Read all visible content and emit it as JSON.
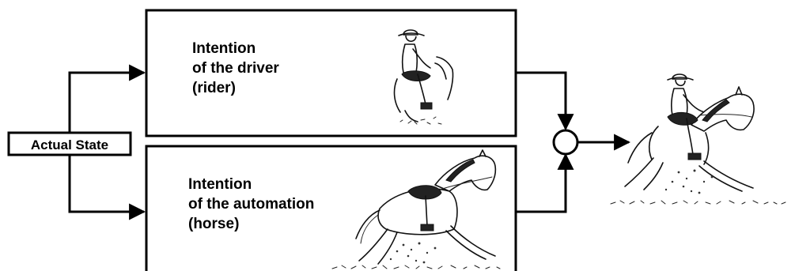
{
  "diagram": {
    "input": {
      "label": "Actual State"
    },
    "driver_block": {
      "lines": [
        "Intention",
        "of the driver",
        "(rider)"
      ],
      "illustration": "rider-on-horse-drawing"
    },
    "automation_block": {
      "lines": [
        "Intention",
        "of the automation",
        " (horse)"
      ],
      "illustration": "horse-drawing"
    },
    "combiner": {
      "icon": "summing-junction-circle"
    },
    "output": {
      "illustration": "horse-and-rider-drawing"
    }
  }
}
